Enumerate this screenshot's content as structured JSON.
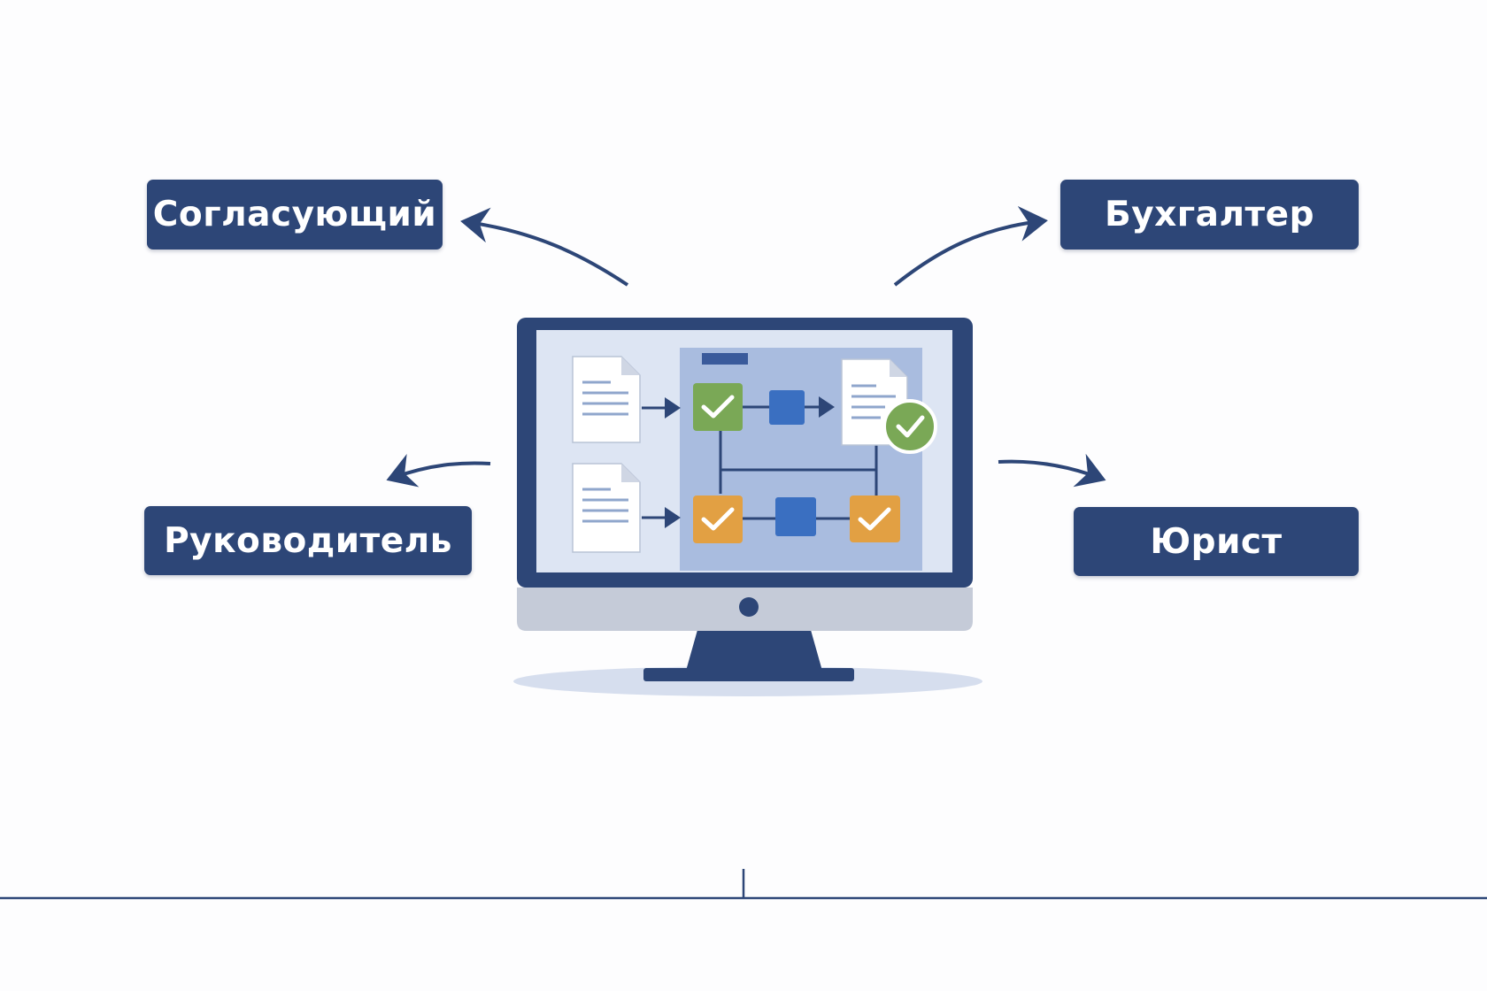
{
  "roles": [
    {
      "id": "approver",
      "label": "Согласующий"
    },
    {
      "id": "accountant",
      "label": "Бухгалтер"
    },
    {
      "id": "manager",
      "label": "Руководитель"
    },
    {
      "id": "lawyer",
      "label": "Юрист"
    }
  ],
  "colors": {
    "primary": "#2d4677",
    "approved_green": "#7aa856",
    "pending_orange": "#e2a043",
    "process_blue": "#3a6fc1",
    "screen_panel": "#a9bcdf",
    "screen_bg": "#dde5f3",
    "monitor_base": "#c5cbd8"
  },
  "icons": {
    "approved": "check-icon",
    "document": "document-icon",
    "monitor": "monitor-icon"
  }
}
